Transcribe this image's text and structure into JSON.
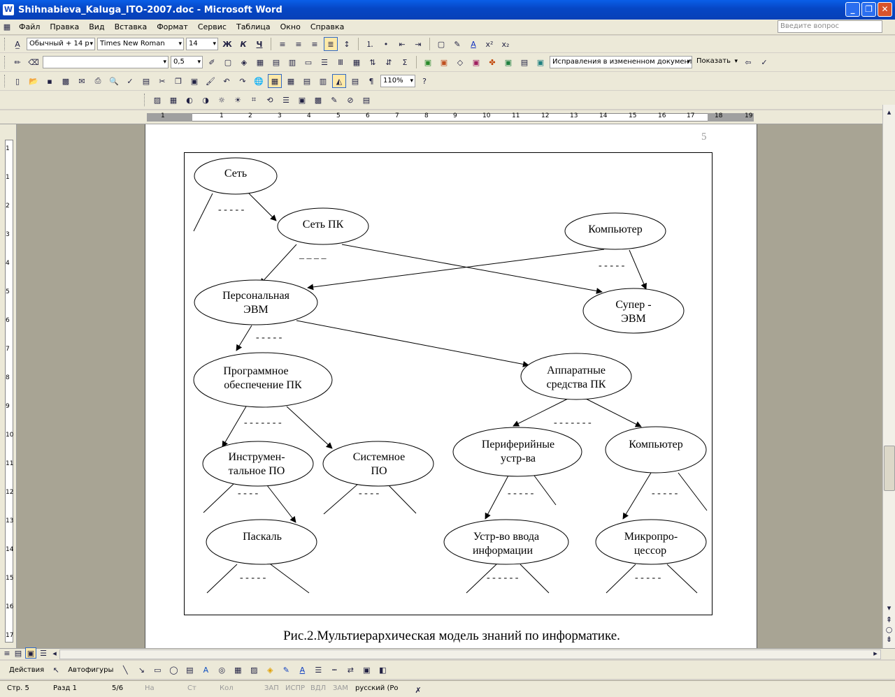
{
  "window": {
    "title": "Shihnabieva_Kaluga_ITO-2007.doc - Microsoft Word",
    "icon_letter": "W",
    "min": "_",
    "max": "❐",
    "close": "✕"
  },
  "menu": {
    "items": [
      "Файл",
      "Правка",
      "Вид",
      "Вставка",
      "Формат",
      "Сервис",
      "Таблица",
      "Окно",
      "Справка"
    ],
    "ask_placeholder": "Введите вопрос"
  },
  "format_toolbar": {
    "style": "Обычный + 14 р",
    "font": "Times New Roman",
    "size": "14",
    "bold": "Ж",
    "italic": "К",
    "underline": "Ч"
  },
  "table_toolbar": {
    "line_weight": "0,5"
  },
  "review_toolbar": {
    "display_mode": "Исправления в измененном документ",
    "show_label": "Показать"
  },
  "standard_toolbar": {
    "zoom": "110%"
  },
  "ruler": {
    "h_labels": [
      "1",
      "1",
      "2",
      "3",
      "4",
      "5",
      "6",
      "7",
      "8",
      "9",
      "10",
      "11",
      "12",
      "13",
      "14",
      "15",
      "16",
      "17",
      "18",
      "19"
    ],
    "v_labels": [
      "1",
      "1",
      "2",
      "3",
      "4",
      "5",
      "6",
      "7",
      "8",
      "9",
      "10",
      "11",
      "12",
      "13",
      "14",
      "15",
      "16",
      "17"
    ]
  },
  "document": {
    "page_number": "5",
    "caption": "Рис.2.Мультиерархическая модель знаний по информатике.",
    "nodes": {
      "set": [
        "Сеть"
      ],
      "set_pk": [
        "Сеть ПК"
      ],
      "computer_top": [
        "Компьютер"
      ],
      "personal": [
        "Персональная",
        "ЭВМ"
      ],
      "super": [
        "Супер -",
        "ЭВМ"
      ],
      "software": [
        "Программное",
        "обеспечение ПК"
      ],
      "hardware": [
        "Аппаратные",
        "средства ПК"
      ],
      "instrumental": [
        "Инструмен-",
        "тальное ПО"
      ],
      "system": [
        "Системное",
        "ПО"
      ],
      "peripheral": [
        "Периферийные",
        "устр-ва"
      ],
      "computer_bottom": [
        "Компьютер"
      ],
      "pascal": [
        "Паскаль"
      ],
      "input": [
        "Устр-во ввода",
        "информации"
      ],
      "micro": [
        "Микропро-",
        "цессор"
      ]
    },
    "dashes": {
      "d1": "- - - - -",
      "d2": "_ _ _ _",
      "d3": "- - - - -",
      "d4": "- - - - -",
      "d5": "- - - - - - -",
      "d6": "- - - - - - -",
      "d7": "- - - -",
      "d8": "- - - -",
      "d9": "- - - - -",
      "d10": "- - - - -",
      "d11": "- - - - -",
      "d12": "- - - - - -",
      "d13": "- - - - -"
    }
  },
  "drawing_toolbar": {
    "actions": "Действия",
    "autoshapes": "Автофигуры"
  },
  "status": {
    "page": "Стр. 5",
    "section": "Разд 1",
    "pages": "5/6",
    "at": "На",
    "line": "Ст",
    "col": "Кол",
    "rec": "ЗАП",
    "trk": "ИСПР",
    "ext": "ВДЛ",
    "ovr": "ЗАМ",
    "lang": "русский (Ро"
  }
}
